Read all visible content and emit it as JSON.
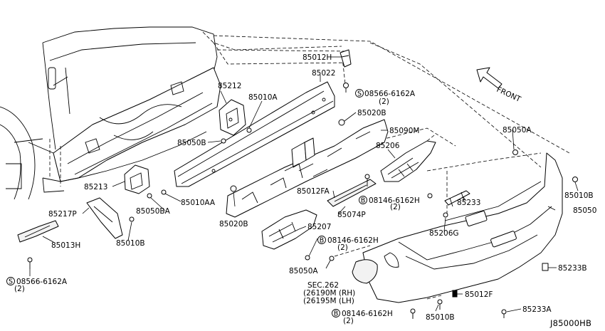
{
  "diagram": {
    "code": "J85000HB",
    "front_label": "FRONT",
    "labels": {
      "l85012H": "85012H",
      "l85022": "85022",
      "l85212": "85212",
      "l85010A": "85010A",
      "l08566_top": "08566-6162A",
      "l08566_top_qty": "(2)",
      "l85020B_top": "85020B",
      "l85090M": "85090M",
      "l85050B": "85050B",
      "l85206": "85206",
      "l85050A_right": "85050A",
      "l85213": "85213",
      "l85012FA": "85012FA",
      "l08146_mid": "08146-6162H",
      "l08146_mid_qty": "(2)",
      "l85010AA": "85010AA",
      "l85217P": "85217P",
      "l85050BA": "85050BA",
      "l85233": "85233",
      "l85010B_right": "85010B",
      "l85050": "85050",
      "l85020B_bottom": "85020B",
      "l85074P": "85074P",
      "l85207": "85207",
      "l85206G": "85206G",
      "l85013H": "85013H",
      "l85010B_left": "85010B",
      "l08146_lower": "08146-6162H",
      "l08146_lower_qty": "(2)",
      "l85050A_lower": "85050A",
      "l85233B": "85233B",
      "l08566_bottom": "08566-6162A",
      "l08566_bottom_qty": "(2)",
      "sec_line1": "SEC.262",
      "sec_line2": "(26190M (RH)",
      "sec_line3": "(26195M (LH)",
      "l85012F": "85012F",
      "l08146_bottom": "08146-6162H",
      "l08146_bottom_qty": "(2)",
      "l85010B_bottom": "85010B",
      "l85233A": "85233A"
    },
    "symbols": {
      "screw_prefix": "S",
      "bolt_prefix": "B"
    }
  }
}
